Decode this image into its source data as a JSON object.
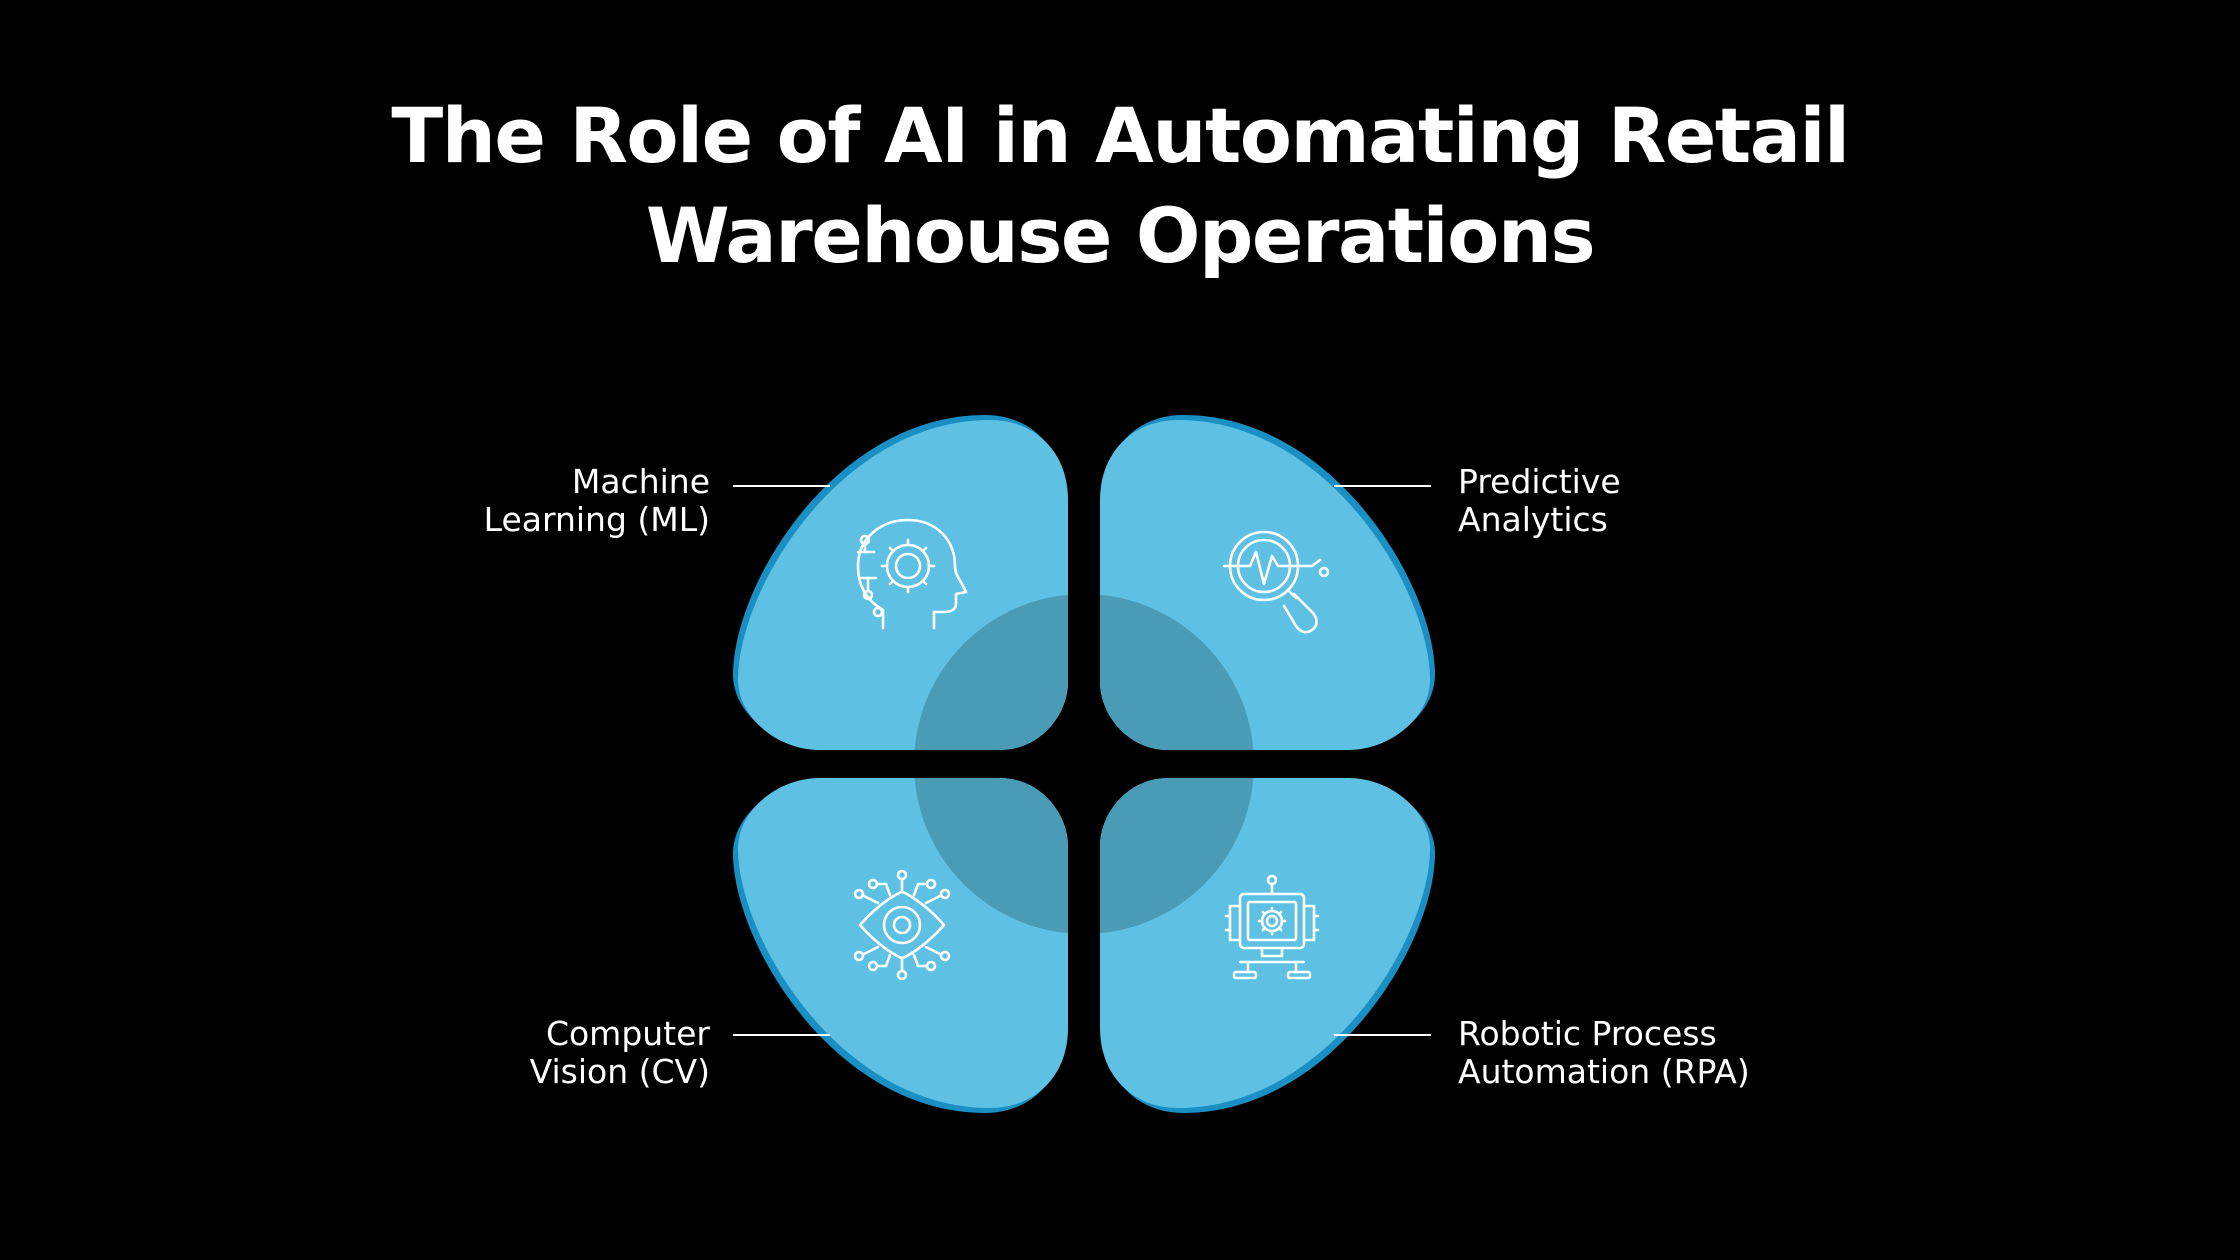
{
  "title": {
    "line1": "The Role of AI in Automating Retail",
    "line2": "Warehouse Operations"
  },
  "colors": {
    "background": "#000000",
    "petal_fill": "#5ec0e3",
    "petal_border": "#1a8fc4",
    "center_overlay": "#4a9bb6",
    "text": "#ffffff"
  },
  "quadrants": [
    {
      "id": "ml",
      "line1": "Machine",
      "line2": "Learning (ML)",
      "icon": "ai-head-gear-icon"
    },
    {
      "id": "pa",
      "line1": "Predictive",
      "line2": "Analytics",
      "icon": "magnifier-heartbeat-icon"
    },
    {
      "id": "cv",
      "line1": "Computer",
      "line2": "Vision (CV)",
      "icon": "eye-circuit-icon"
    },
    {
      "id": "rpa",
      "line1": "Robotic Process",
      "line2": "Automation (RPA)",
      "icon": "robot-gear-icon"
    }
  ]
}
